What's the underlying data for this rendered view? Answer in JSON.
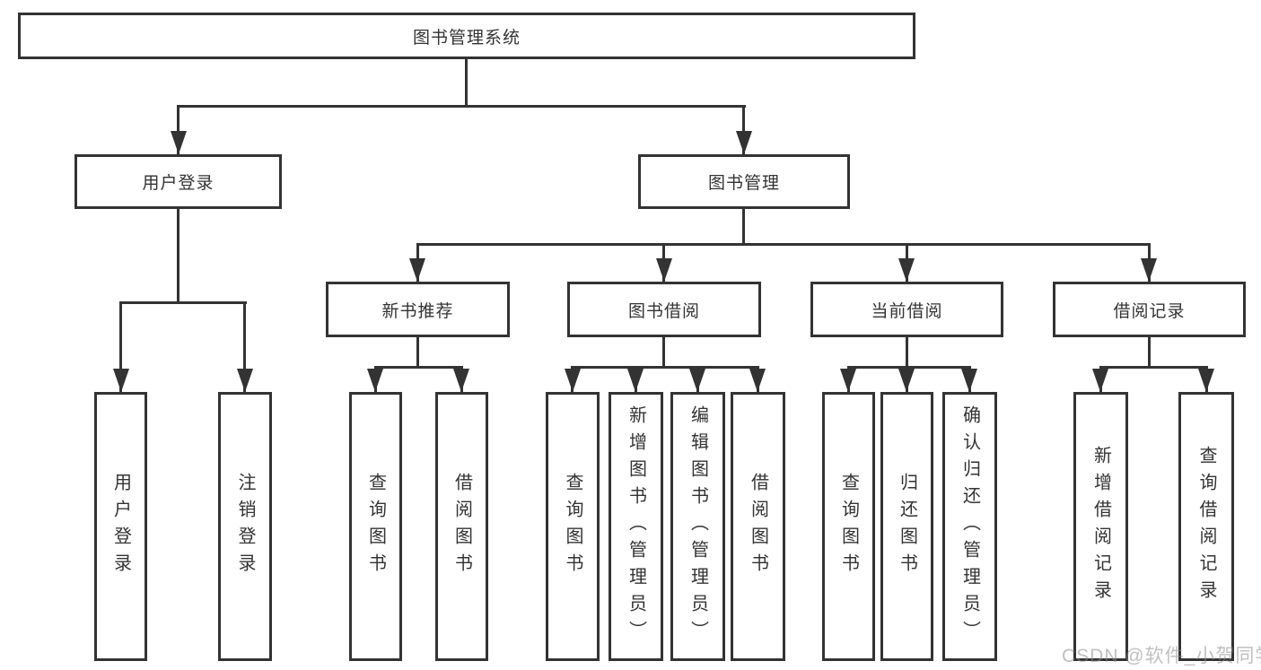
{
  "root": {
    "label": "图书管理系统"
  },
  "level2": {
    "user_login": {
      "label": "用户登录"
    },
    "book_mgmt": {
      "label": "图书管理"
    }
  },
  "level3": {
    "new_book": {
      "label": "新书推荐"
    },
    "book_borrow": {
      "label": "图书借阅"
    },
    "current_borrow": {
      "label": "当前借阅"
    },
    "borrow_records": {
      "label": "借阅记录"
    }
  },
  "leaves": [
    {
      "group": "user_login",
      "label": "用户登录"
    },
    {
      "group": "user_login",
      "label": "注销登录"
    },
    {
      "group": "new_book",
      "label": "查询图书"
    },
    {
      "group": "new_book",
      "label": "借阅图书"
    },
    {
      "group": "book_borrow",
      "label": "查询图书"
    },
    {
      "group": "book_borrow",
      "label": "新增图书（管理员）"
    },
    {
      "group": "book_borrow",
      "label": "编辑图书（管理员）"
    },
    {
      "group": "book_borrow",
      "label": "借阅图书"
    },
    {
      "group": "current_borrow",
      "label": "查询图书"
    },
    {
      "group": "current_borrow",
      "label": "归还图书"
    },
    {
      "group": "current_borrow",
      "label": "确认归还（管理员）"
    },
    {
      "group": "borrow_records",
      "label": "新增借阅记录"
    },
    {
      "group": "borrow_records",
      "label": "查询借阅记录"
    }
  ],
  "watermark": "CSDN @软件_小贺同学",
  "colors": {
    "line": "#333333",
    "box_background": "#ffffff",
    "text": "#333333",
    "watermark": "#c4c4c4"
  }
}
